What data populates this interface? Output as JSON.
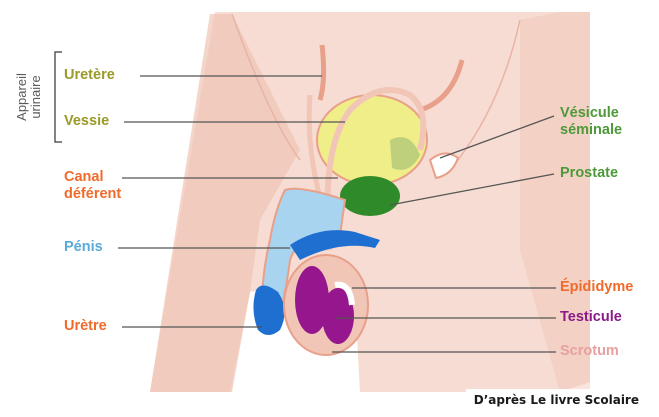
{
  "group": {
    "label_line1": "Appareil",
    "label_line2": "urinaire"
  },
  "labels": {
    "uretere": "Uretère",
    "vessie": "Vessie",
    "canal_line1": "Canal",
    "canal_line2": "déférent",
    "penis": "Pénis",
    "urethre": "Urètre",
    "vesicule_line1": "Vésicule",
    "vesicule_line2": "séminale",
    "prostate": "Prostate",
    "epididyme": "Épididyme",
    "testicule": "Testicule",
    "scrotum": "Scrotum"
  },
  "credit": "D’après Le livre Scolaire",
  "colors": {
    "olive": "#9a9a2a",
    "orange": "#f06a2a",
    "blue": "#5aaadc",
    "green": "#4e9a3a",
    "purple": "#8a1a8a",
    "pink": "#e6a0a0",
    "skin": "#f6dcd2",
    "skin_dark": "#efc3b4",
    "bladder": "#f0ee88",
    "prostate": "#2f8a2a",
    "penis_blue": "#a8d4ef",
    "testis": "#96168e",
    "vas_blue": "#1f6fd0"
  }
}
